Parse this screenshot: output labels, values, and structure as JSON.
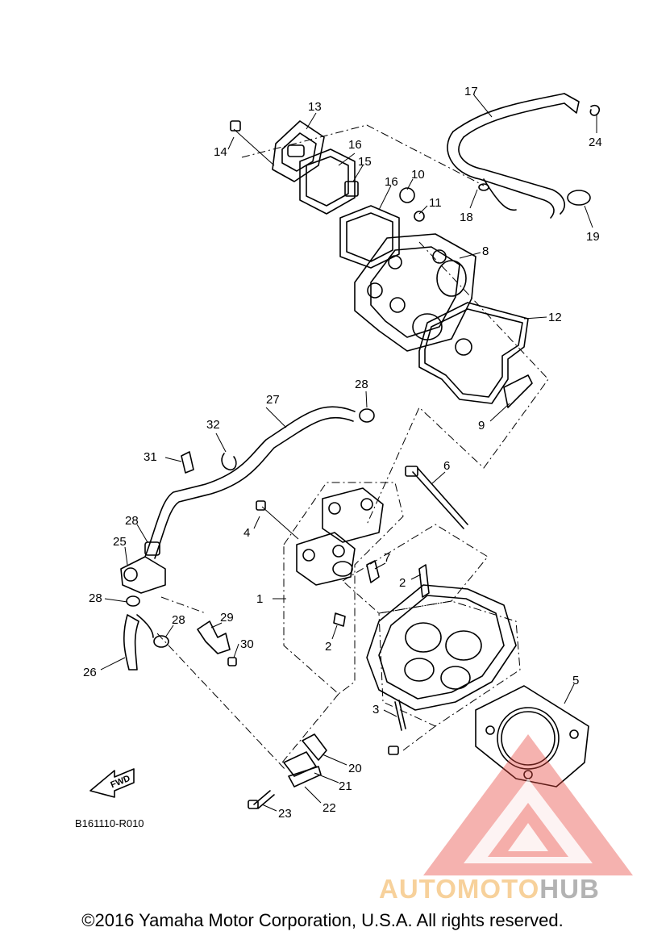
{
  "diagram": {
    "drawing_code": "B161110-R010",
    "fwd_label": "FWD",
    "callouts": [
      "1",
      "2",
      "2",
      "3",
      "4",
      "5",
      "6",
      "7",
      "8",
      "9",
      "10",
      "11",
      "12",
      "13",
      "14",
      "15",
      "16",
      "16",
      "17",
      "18",
      "19",
      "20",
      "21",
      "22",
      "23",
      "24",
      "25",
      "26",
      "27",
      "28",
      "28",
      "28",
      "28",
      "29",
      "30",
      "31",
      "32"
    ]
  },
  "watermark": {
    "text_a": "AUTOMOTO",
    "text_b": "HUB",
    "color_a": "#f5c27a",
    "color_b": "#9a9a9a",
    "triangle_color": "#e8453c"
  },
  "footer": {
    "copyright": "©2016 Yamaha Motor Corporation, U.S.A. All rights reserved."
  }
}
